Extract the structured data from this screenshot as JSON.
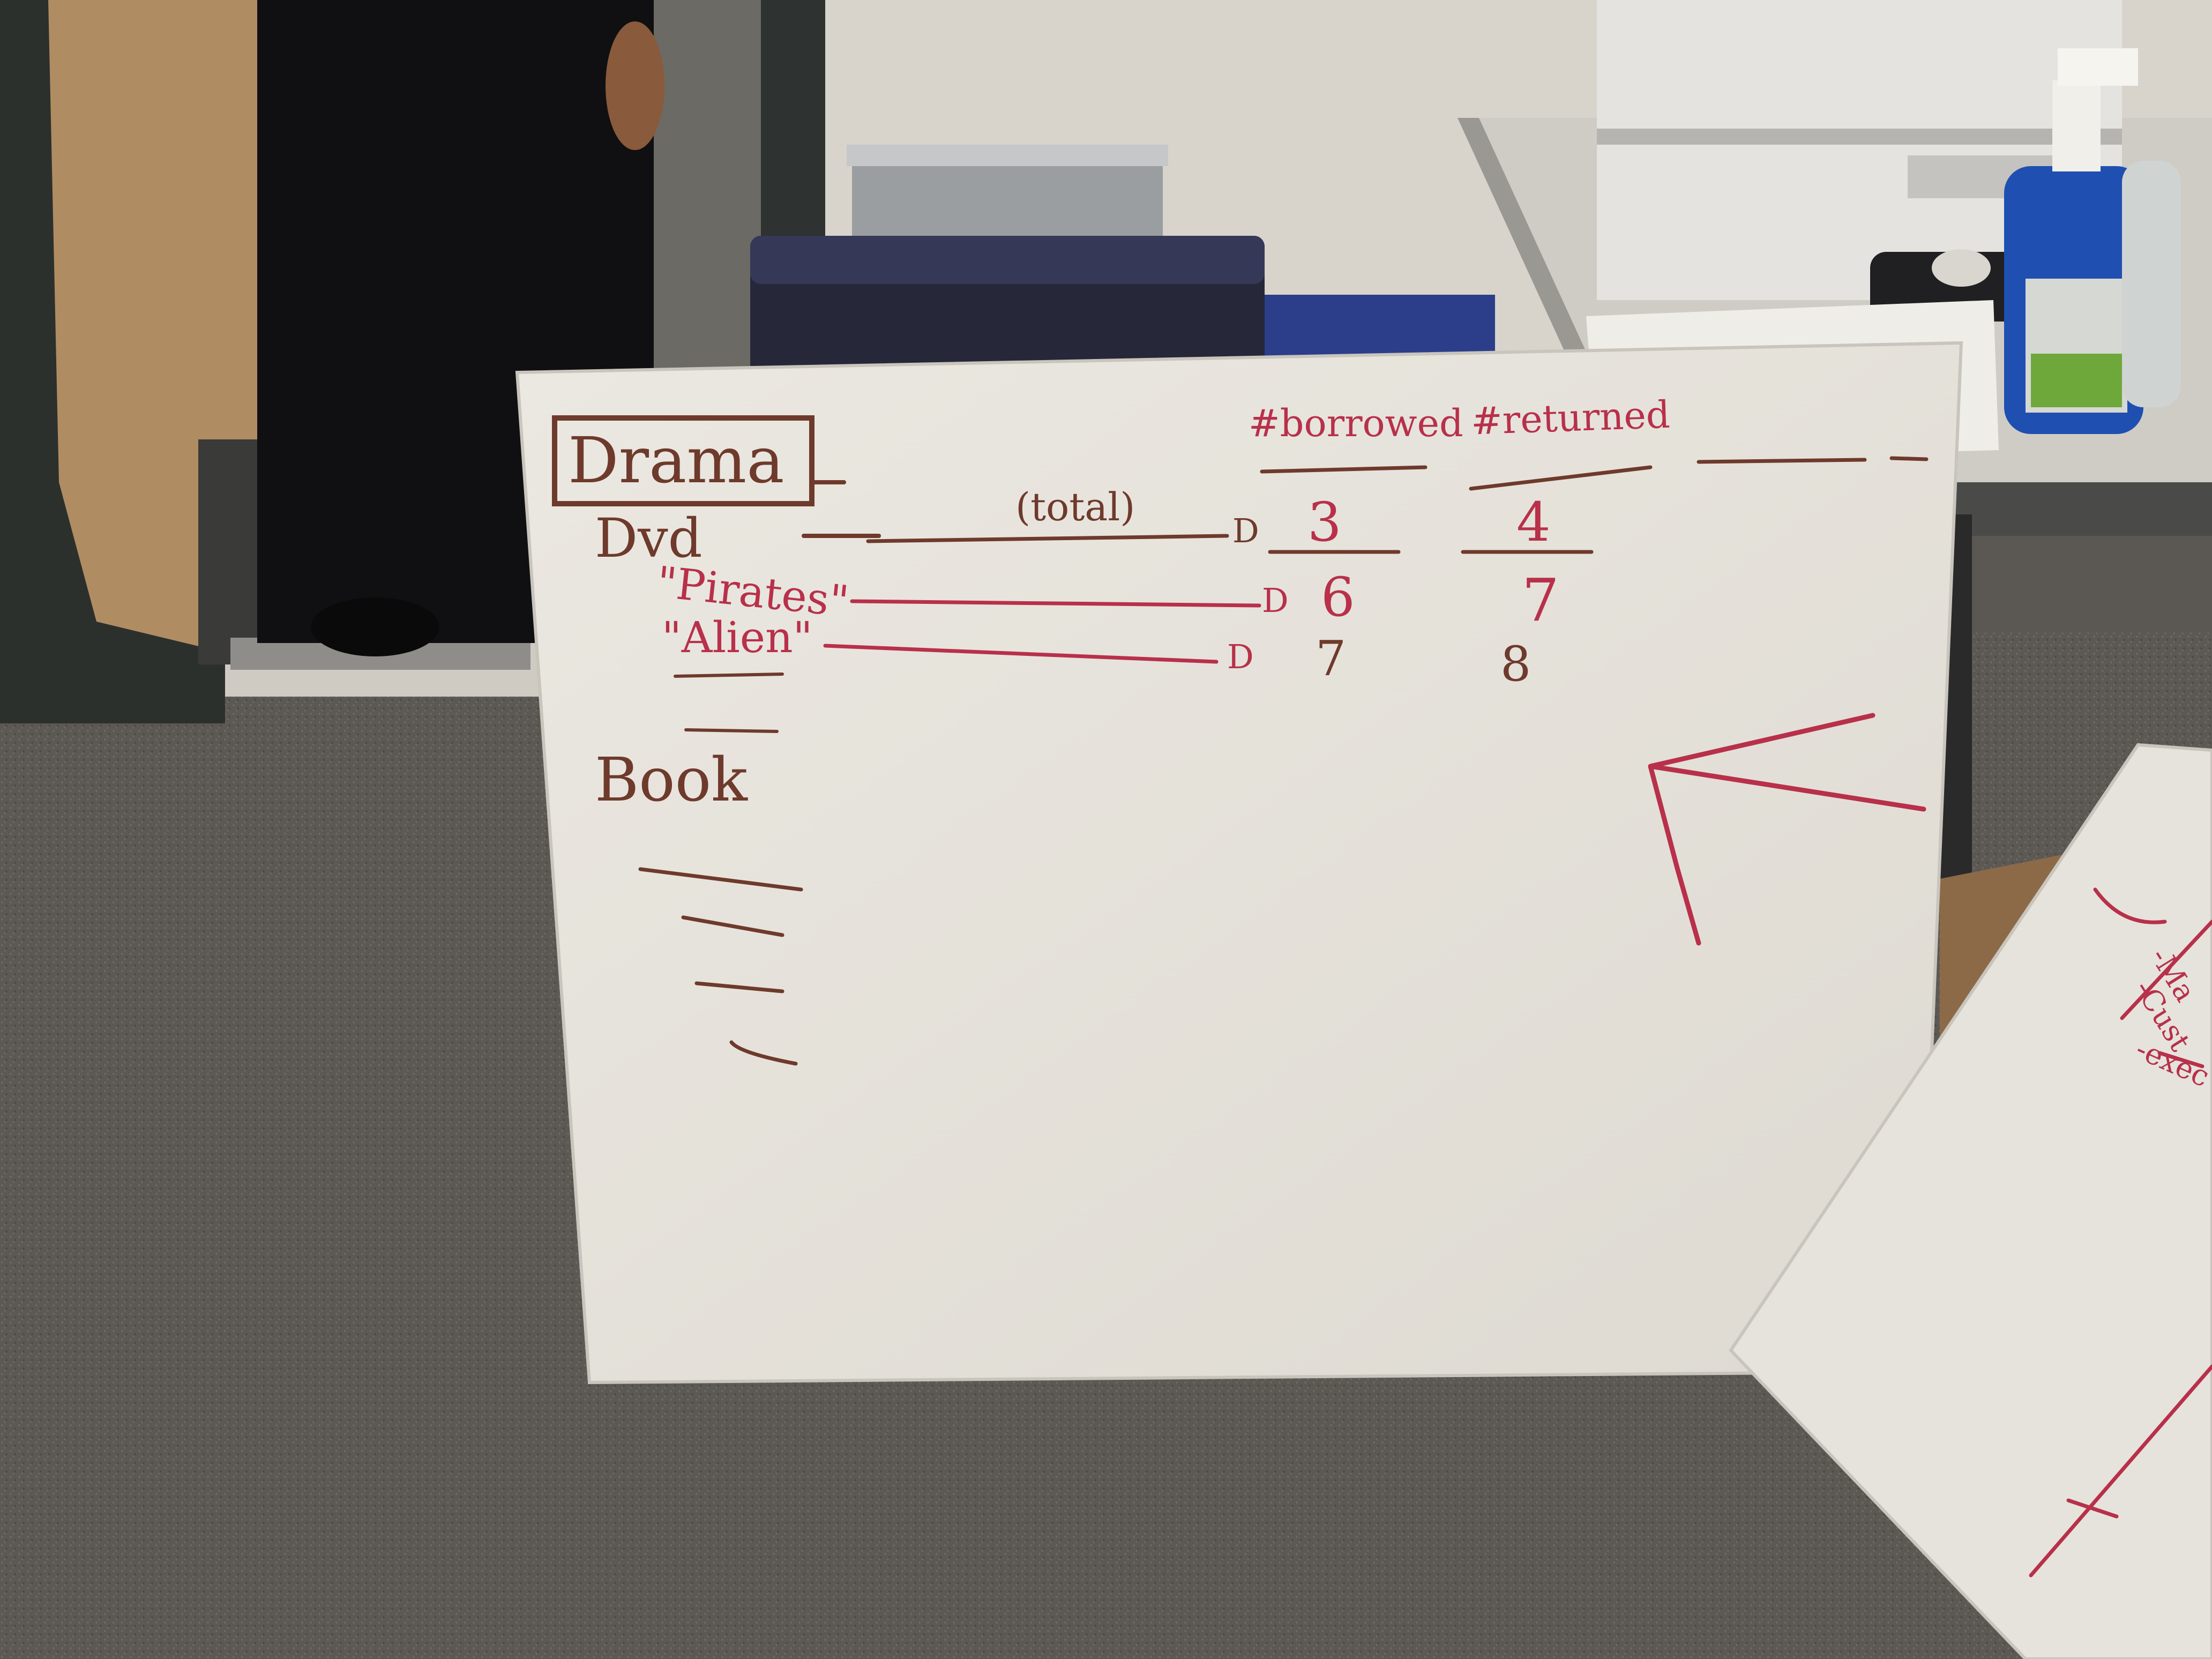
{
  "whiteboard": {
    "drama_heading": "Drama",
    "dvd_label": "Dvd",
    "total_note": "(total)",
    "pirates_label": "\"Pirates\"",
    "alien_label": "\"Alien\"",
    "book_label": "Book",
    "borrowed_header": "#borrowed",
    "returned_header": "#returned",
    "borrowed_values": [
      "3",
      "6",
      "7"
    ],
    "returned_values": [
      "4",
      "7",
      "8"
    ],
    "arrow_marks": [
      "D",
      "D",
      "D"
    ]
  },
  "second_board": {
    "partial_lines": [
      "-Ma",
      "-Cust",
      "-exec"
    ]
  },
  "colors": {
    "marker_brown": "#6e3a2c",
    "marker_red": "#b8304a",
    "board_white": "#e9e6df",
    "wall": "#d7d3cc",
    "carpet": "#5b5853"
  },
  "icons": [
    "spray-bottle-icon",
    "tape-dispenser-icon",
    "printer-icon",
    "trash-can-icon"
  ]
}
